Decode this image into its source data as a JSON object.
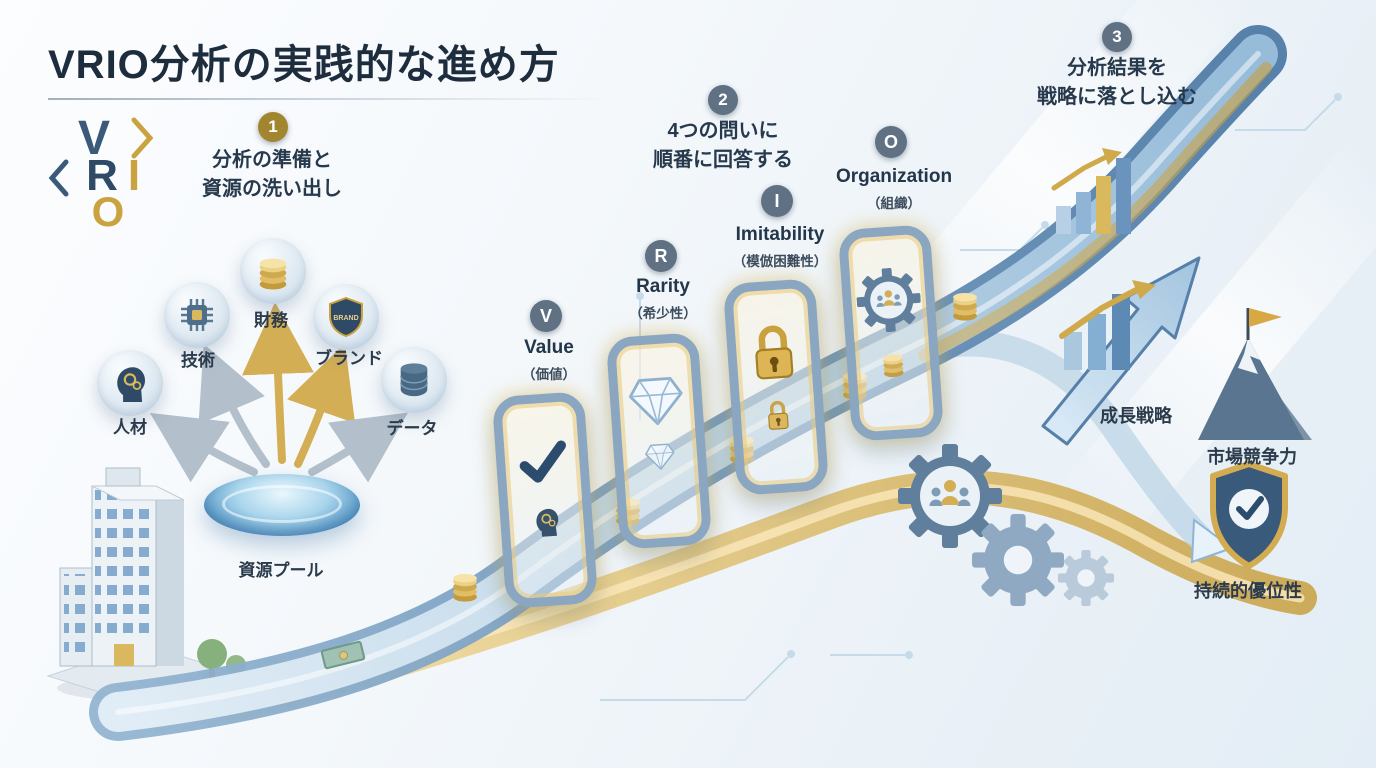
{
  "title": "VRIO分析の実践的な進め方",
  "logo": {
    "v": "V",
    "r": "R",
    "i": "I",
    "o": "O"
  },
  "steps": [
    {
      "number": "1",
      "line1": "分析の準備と",
      "line2": "資源の洗い出し"
    },
    {
      "number": "2",
      "line1": "4つの問いに",
      "line2": "順番に回答する"
    },
    {
      "number": "3",
      "line1": "分析結果を",
      "line2": "戦略に落とし込む"
    }
  ],
  "resources": [
    {
      "label": "人材",
      "icon": "person-icon"
    },
    {
      "label": "技術",
      "icon": "chip-icon"
    },
    {
      "label": "財務",
      "icon": "coins-icon"
    },
    {
      "label": "ブランド",
      "icon": "brand-shield-icon",
      "badge": "BRAND"
    },
    {
      "label": "データ",
      "icon": "database-icon"
    }
  ],
  "resource_pool": {
    "label": "資源プール"
  },
  "gates": [
    {
      "letter": "V",
      "name": "Value",
      "sub": "（価値）",
      "icon": "check-icon"
    },
    {
      "letter": "R",
      "name": "Rarity",
      "sub": "（希少性）",
      "icon": "diamond-icon"
    },
    {
      "letter": "I",
      "name": "Imitability",
      "sub": "（模倣困難性）",
      "icon": "lock-icon"
    },
    {
      "letter": "O",
      "name": "Organization",
      "sub": "（組織）",
      "icon": "team-gear-icon"
    }
  ],
  "outcomes": [
    {
      "label": "成長戦略",
      "icon": "growth-chart-icon"
    },
    {
      "label": "市場競争力",
      "icon": "mountain-flag-icon"
    },
    {
      "label": "持続的優位性",
      "icon": "shield-check-icon"
    }
  ],
  "colors": {
    "title_text": "#1e2d3d",
    "body_text": "#2b3b4c",
    "accent_gold": "#d4af5a",
    "accent_blue": "#4f7ba6",
    "badge_gray": "#5f7183",
    "badge_gold": "#a1862f"
  }
}
